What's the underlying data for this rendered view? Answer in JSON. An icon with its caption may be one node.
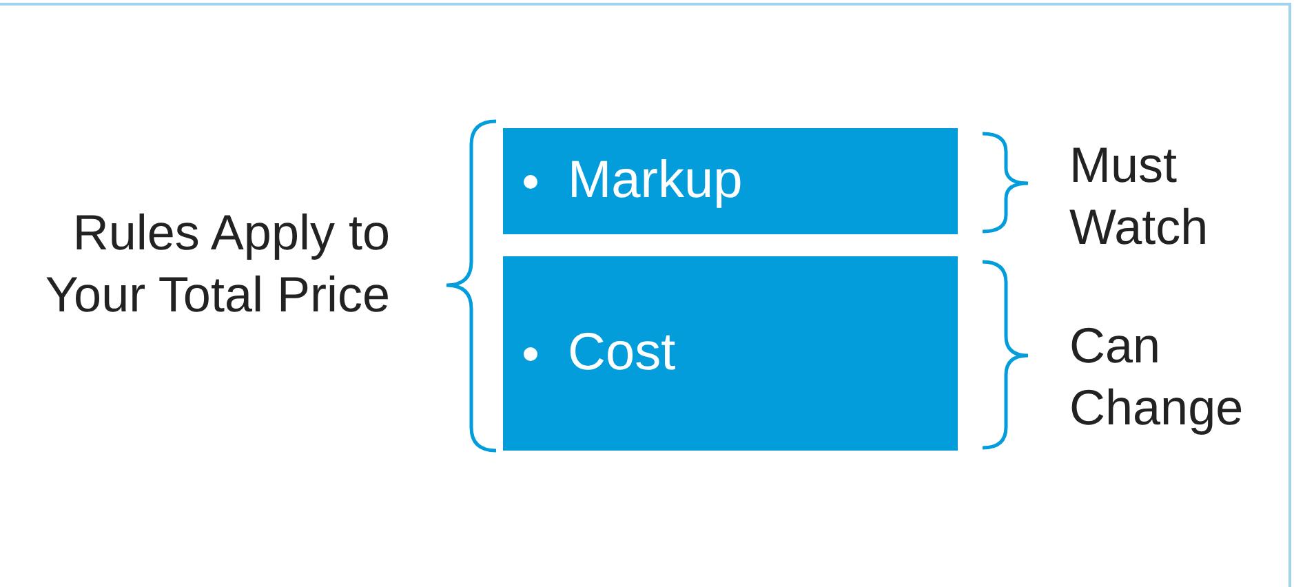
{
  "diagram": {
    "nodes": [
      {
        "text": [
          "Markup"
        ]
      },
      {
        "text": [
          "Cost"
        ]
      }
    ],
    "edges": [],
    "labels": [
      "Rules Apply to Your Total Price",
      "Must Watch",
      "Can Change"
    ]
  }
}
